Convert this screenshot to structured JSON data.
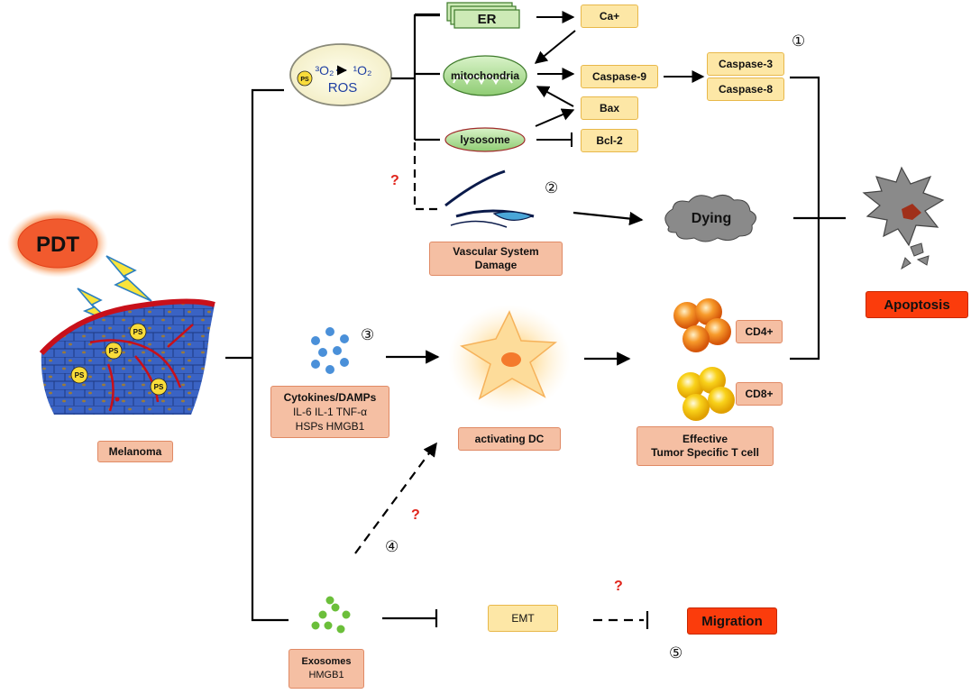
{
  "pdt": "PDT",
  "melanoma": "Melanoma",
  "ps": "PS",
  "ros": {
    "reaction_left": "³O₂",
    "reaction_right": "¹O₂",
    "ros": "ROS"
  },
  "organelles": {
    "er": "ER",
    "mitochondria": "mitochondria",
    "lysosome": "lysosome"
  },
  "proteins": {
    "ca": "Ca+",
    "caspase9": "Caspase-9",
    "caspase3": "Caspase-3",
    "caspase8": "Caspase-8",
    "bax": "Bax",
    "bcl2": "Bcl-2"
  },
  "vascular": {
    "line1": "Vascular System",
    "line2": "Damage"
  },
  "dying": "Dying",
  "apoptosis": "Apoptosis",
  "cytokines": {
    "title": "Cytokines/DAMPs",
    "line1": "IL-6  IL-1  TNF-α",
    "line2": "HSPs  HMGB1"
  },
  "activating_dc": "activating DC",
  "tcells": {
    "cd4": "CD4+",
    "cd8": "CD8+",
    "line1": "Effective",
    "line2": "Tumor Specific T cell"
  },
  "exosomes": {
    "line1": "Exosomes",
    "line2": "HMGB1"
  },
  "emt": "EMT",
  "migration": "Migration",
  "question_mark": "?",
  "numbers": [
    "①",
    "②",
    "③",
    "④",
    "⑤"
  ],
  "colors": {
    "label_yellow": "#fde7a6",
    "label_pink": "#f5bfa3",
    "label_red": "#fb3c0c",
    "question_red": "#e0241b",
    "tumor_blue": "#3a63c4",
    "blood_red": "#c8101a"
  }
}
